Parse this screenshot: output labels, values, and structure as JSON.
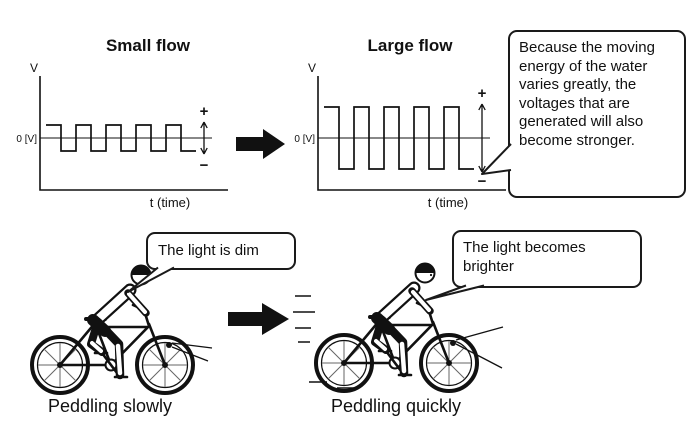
{
  "top": {
    "small": {
      "title": "Small flow",
      "v_label": "V",
      "zero_label": "0 [V]",
      "x_label": "t (time)",
      "plus": "+",
      "minus": "−",
      "wave": {
        "type": "square",
        "amplitude": 13,
        "cycles": 5
      }
    },
    "large": {
      "title": "Large flow",
      "v_label": "V",
      "zero_label": "0 [V]",
      "x_label": "t (time)",
      "plus": "+",
      "minus": "−",
      "wave": {
        "type": "square",
        "amplitude": 31,
        "cycles": 5
      }
    },
    "callout_text": "Because the moving energy of the water varies greatly, the voltages that are generated will also become stronger."
  },
  "bottom": {
    "left": {
      "bubble_text": "The light is dim",
      "caption": "Peddling slowly"
    },
    "right": {
      "bubble_text": "The light becomes brighter",
      "caption": "Peddling quickly"
    }
  },
  "colors": {
    "ink": "#111111",
    "background": "#ffffff"
  }
}
